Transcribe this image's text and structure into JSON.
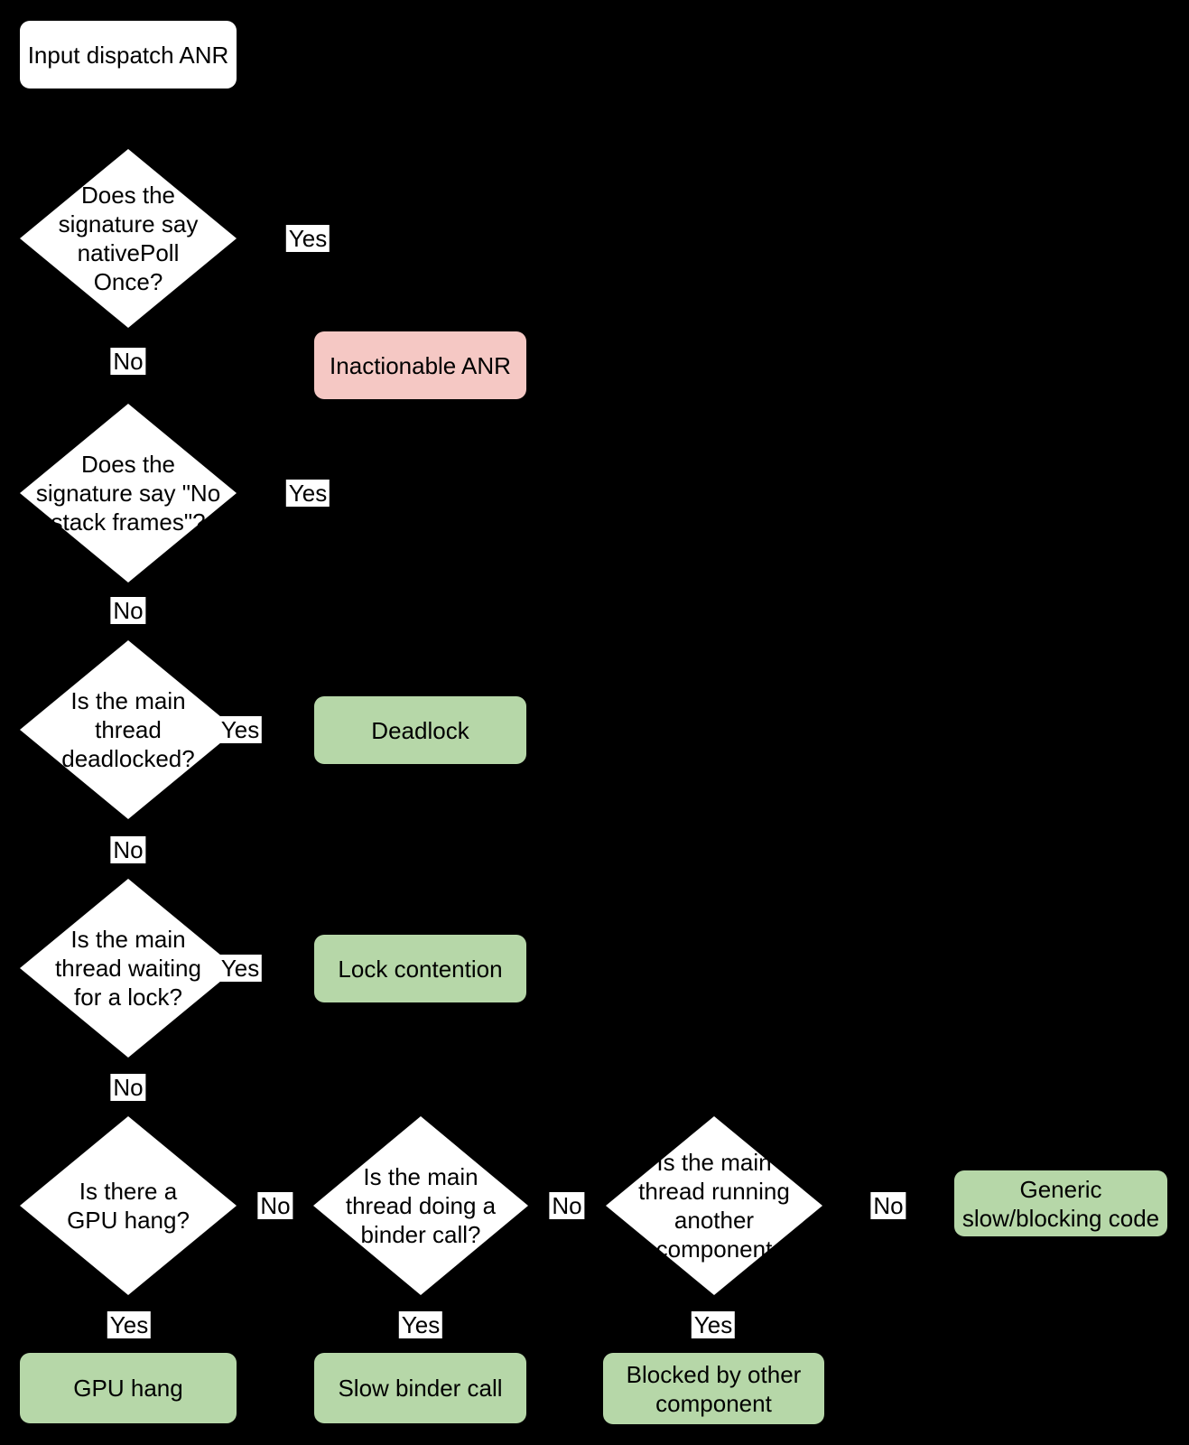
{
  "colors": {
    "background": "#000000",
    "decision_fill": "#ffffff",
    "start_fill": "#ffffff",
    "negative_outcome_fill": "#f5c8c4",
    "positive_outcome_fill": "#b6d7a8",
    "text": "#000000",
    "edge_label_background": "#ffffff"
  },
  "flowchart": {
    "start": {
      "label": "Input dispatch ANR"
    },
    "decisions": [
      {
        "id": "nativepoll-once",
        "text": "Does the\nsignature say\nnativePoll\nOnce?"
      },
      {
        "id": "no-stack-frames",
        "text": "Does the\nsignature say \"No\nstack frames\"?"
      },
      {
        "id": "deadlocked",
        "text": "Is the main\nthread\ndeadlocked?"
      },
      {
        "id": "waiting-for-lock",
        "text": "Is the main\nthread waiting\nfor a lock?"
      },
      {
        "id": "gpu-hang",
        "text": "Is there a\nGPU hang?"
      },
      {
        "id": "binder-call",
        "text": "Is the main\nthread doing a\nbinder call?"
      },
      {
        "id": "other-component",
        "text": "Is the main\nthread running\nanother\ncomponent"
      }
    ],
    "outcomes": [
      {
        "id": "inactionable-anr",
        "text": "Inactionable ANR",
        "kind": "negative"
      },
      {
        "id": "deadlock",
        "text": "Deadlock",
        "kind": "positive"
      },
      {
        "id": "lock-contention",
        "text": "Lock contention",
        "kind": "positive"
      },
      {
        "id": "generic-slow-code",
        "text": "Generic\nslow/blocking code",
        "kind": "positive"
      },
      {
        "id": "gpu-hang",
        "text": "GPU hang",
        "kind": "positive"
      },
      {
        "id": "slow-binder-call",
        "text": "Slow binder call",
        "kind": "positive"
      },
      {
        "id": "blocked-by-other",
        "text": "Blocked by other\ncomponent",
        "kind": "positive"
      }
    ],
    "labels": {
      "yes": "Yes",
      "no": "No"
    }
  }
}
